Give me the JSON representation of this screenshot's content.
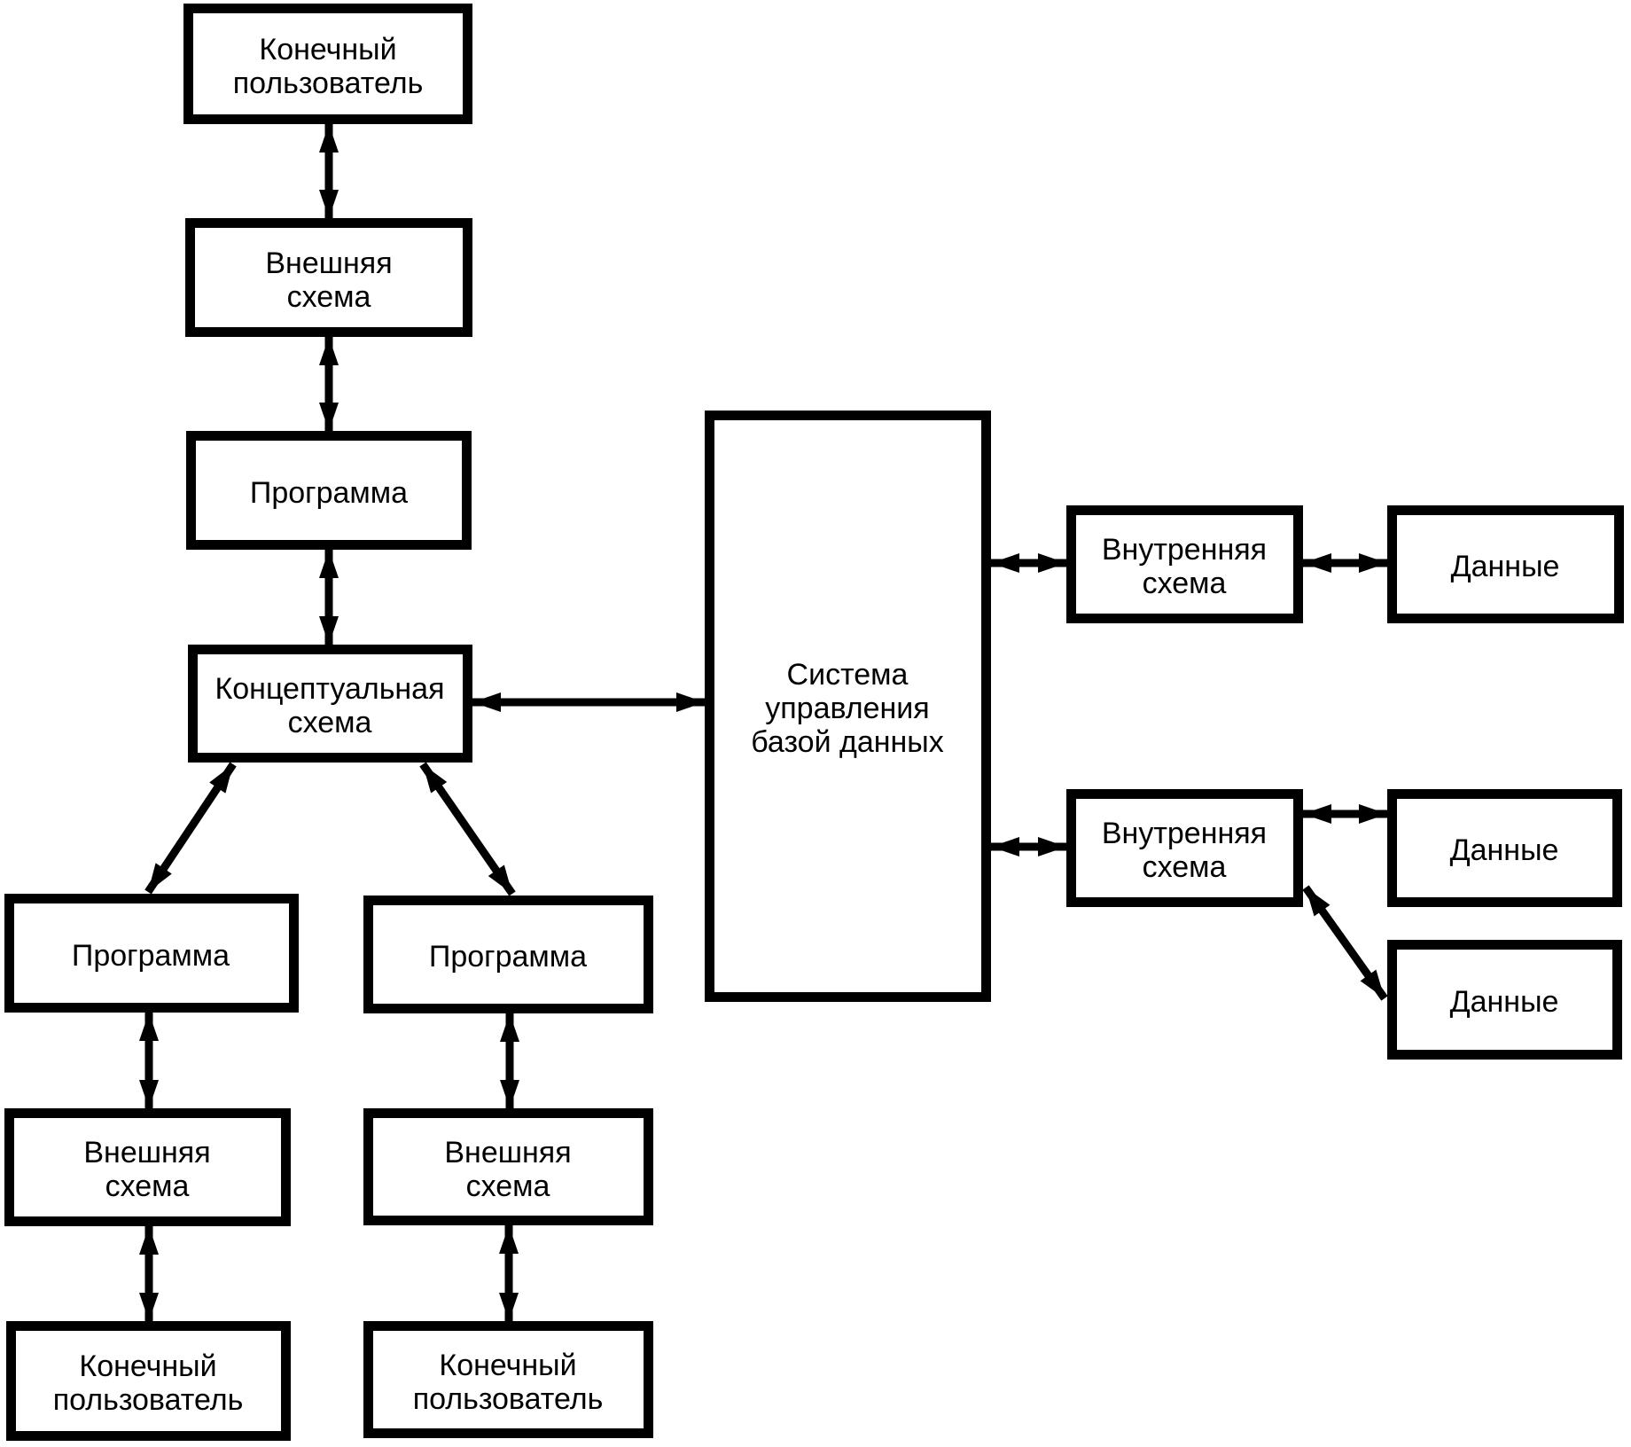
{
  "colors": {
    "background": "#ffffff",
    "stroke": "#000000",
    "text": "#000000"
  },
  "nodes": {
    "end_user_top": {
      "label": "Конечный пользователь",
      "lines": [
        "Конечный",
        "пользователь"
      ]
    },
    "ext_schema_top": {
      "label": "Внешняя схема",
      "lines": [
        "Внешняя",
        "схема"
      ]
    },
    "program_top": {
      "label": "Программа",
      "lines": [
        "Программа"
      ]
    },
    "conceptual": {
      "label": "Концептуальная схема",
      "lines": [
        "Концептуальная",
        "схема"
      ]
    },
    "dbms": {
      "label": "Система управления базой данных",
      "lines": [
        "Система",
        "управления",
        "базой данных"
      ]
    },
    "int_schema_1": {
      "label": "Внутренняя схема",
      "lines": [
        "Внутренняя",
        "схема"
      ]
    },
    "data_1": {
      "label": "Данные",
      "lines": [
        "Данные"
      ]
    },
    "int_schema_2": {
      "label": "Внутренняя схема",
      "lines": [
        "Внутренняя",
        "схема"
      ]
    },
    "data_2": {
      "label": "Данные",
      "lines": [
        "Данные"
      ]
    },
    "data_3": {
      "label": "Данные",
      "lines": [
        "Данные"
      ]
    },
    "program_a": {
      "label": "Программа",
      "lines": [
        "Программа"
      ]
    },
    "ext_schema_a": {
      "label": "Внешняя схема",
      "lines": [
        "Внешняя",
        "схема"
      ]
    },
    "end_user_a": {
      "label": "Конечный пользователь",
      "lines": [
        "Конечный",
        "пользователь"
      ]
    },
    "program_b": {
      "label": "Программа",
      "lines": [
        "Программа"
      ]
    },
    "ext_schema_b": {
      "label": "Внешняя схема",
      "lines": [
        "Внешняя",
        "схема"
      ]
    },
    "end_user_b": {
      "label": "Конечный пользователь",
      "lines": [
        "Конечный",
        "пользователь"
      ]
    }
  },
  "edges": [
    {
      "from": "end_user_top",
      "to": "ext_schema_top",
      "bidirectional": true
    },
    {
      "from": "ext_schema_top",
      "to": "program_top",
      "bidirectional": true
    },
    {
      "from": "program_top",
      "to": "conceptual",
      "bidirectional": true
    },
    {
      "from": "conceptual",
      "to": "dbms",
      "bidirectional": true
    },
    {
      "from": "conceptual",
      "to": "program_a",
      "bidirectional": true
    },
    {
      "from": "conceptual",
      "to": "program_b",
      "bidirectional": true
    },
    {
      "from": "program_a",
      "to": "ext_schema_a",
      "bidirectional": true
    },
    {
      "from": "ext_schema_a",
      "to": "end_user_a",
      "bidirectional": true
    },
    {
      "from": "program_b",
      "to": "ext_schema_b",
      "bidirectional": true
    },
    {
      "from": "ext_schema_b",
      "to": "end_user_b",
      "bidirectional": true
    },
    {
      "from": "dbms",
      "to": "int_schema_1",
      "bidirectional": true
    },
    {
      "from": "int_schema_1",
      "to": "data_1",
      "bidirectional": true
    },
    {
      "from": "dbms",
      "to": "int_schema_2",
      "bidirectional": true
    },
    {
      "from": "int_schema_2",
      "to": "data_2",
      "bidirectional": true
    },
    {
      "from": "int_schema_2",
      "to": "data_3",
      "bidirectional": true
    }
  ]
}
